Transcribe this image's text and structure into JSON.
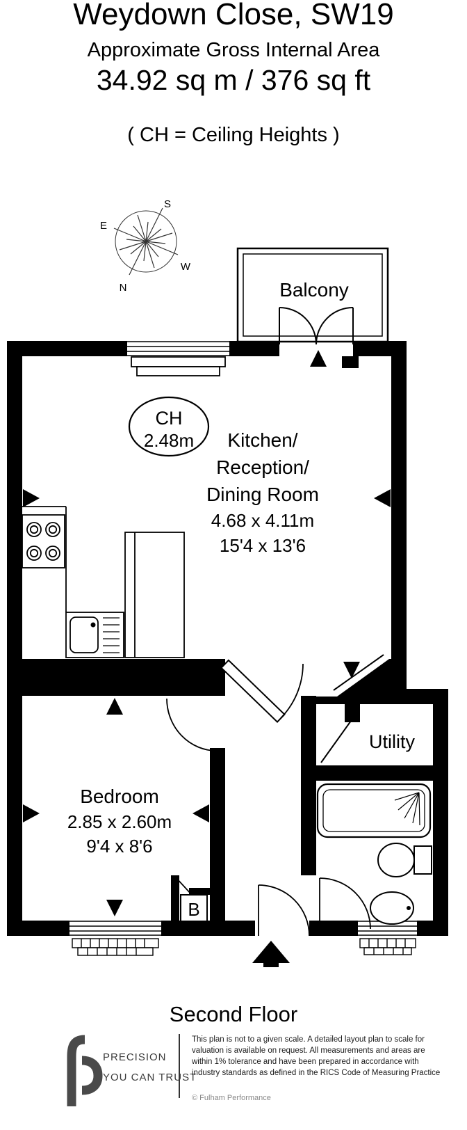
{
  "header": {
    "title": "Weydown Close, SW19",
    "subtitle": "Approximate Gross Internal Area",
    "area": "34.92 sq m  /  376 sq ft",
    "ch_note": "( CH = Ceiling Heights )"
  },
  "compass": {
    "n": "N",
    "s": "S",
    "e": "E",
    "w": "W"
  },
  "plan": {
    "balcony_label": "Balcony",
    "ch_badge": {
      "line1": "CH",
      "line2": "2.48m"
    },
    "kitchen": {
      "line1": "Kitchen/",
      "line2": "Reception/",
      "line3": "Dining Room",
      "metric": "4.68 x 4.11m",
      "imperial": "15'4 x 13'6"
    },
    "bedroom": {
      "name": "Bedroom",
      "metric": "2.85 x 2.60m",
      "imperial": "9'4 x 8'6"
    },
    "utility_label": "Utility",
    "boiler_label": "B"
  },
  "floor_label": "Second Floor",
  "footer": {
    "brand_line1": "PRECISION",
    "brand_line2": "YOU CAN TRUST",
    "disclaimer_lines": [
      "This plan is not to a given scale. A detailed layout plan to scale for",
      "valuation is available on request. All measurements and areas are",
      "within 1% tolerance and have been prepared in accordance with",
      "industry standards as defined in the RICS Code of Measuring Practice"
    ],
    "copyright": "© Fulham Performance"
  },
  "colors": {
    "wall": "#000000",
    "logo": "#4a4a4a"
  }
}
